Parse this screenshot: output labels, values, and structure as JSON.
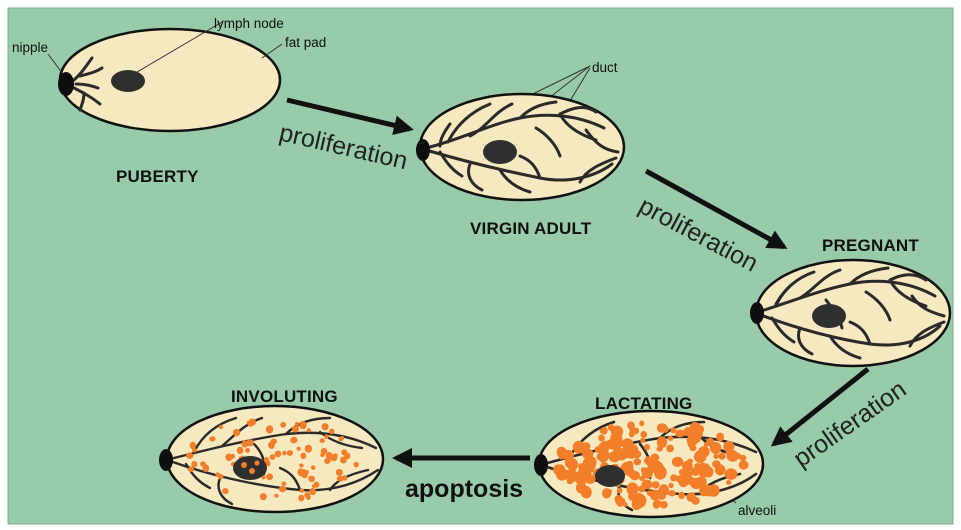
{
  "colors": {
    "background": "#97cba9",
    "fat_pad": "#f6e8bf",
    "duct": "#2a2a2a",
    "alveoli": "#f37e2a",
    "outline": "#111111"
  },
  "stages": {
    "puberty": "PUBERTY",
    "virgin_adult": "VIRGIN ADULT",
    "pregnant": "PREGNANT",
    "lactating": "LACTATING",
    "involuting": "INVOLUTING"
  },
  "annotations": {
    "nipple": "nipple",
    "lymph_node": "lymph node",
    "fat_pad": "fat pad",
    "duct": "duct",
    "alveoli": "alveoli"
  },
  "transitions": {
    "puberty_to_virgin": "proliferation",
    "virgin_to_pregnant": "proliferation",
    "pregnant_to_lactating": "proliferation",
    "lactating_to_involuting": "apoptosis"
  }
}
